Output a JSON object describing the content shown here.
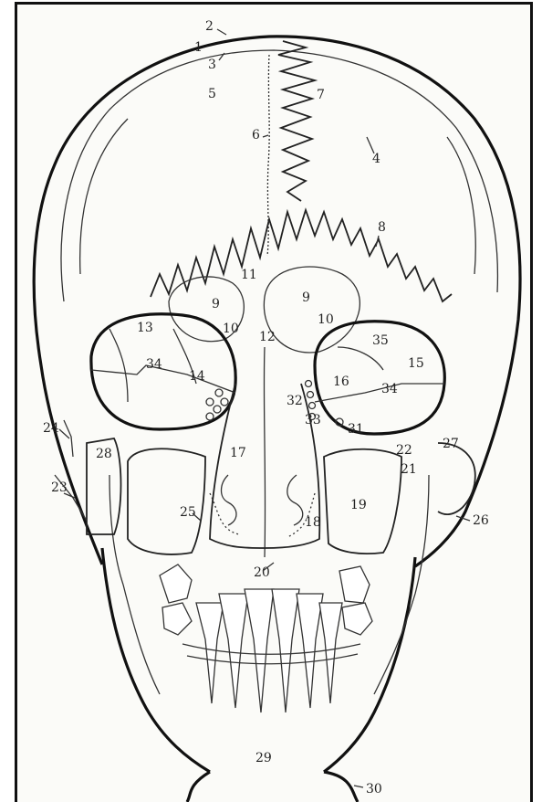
{
  "figure": {
    "subject": "Skull, anterior view (line drawing with numbered structures)",
    "labels": [
      "1",
      "2",
      "3",
      "4",
      "5",
      "6",
      "7",
      "8",
      "9",
      "9",
      "10",
      "10",
      "11",
      "12",
      "13",
      "14",
      "15",
      "16",
      "17",
      "18",
      "19",
      "20",
      "21",
      "22",
      "23",
      "24",
      "25",
      "26",
      "27",
      "28",
      "29",
      "30",
      "31",
      "32",
      "33",
      "34",
      "34",
      "35"
    ]
  }
}
